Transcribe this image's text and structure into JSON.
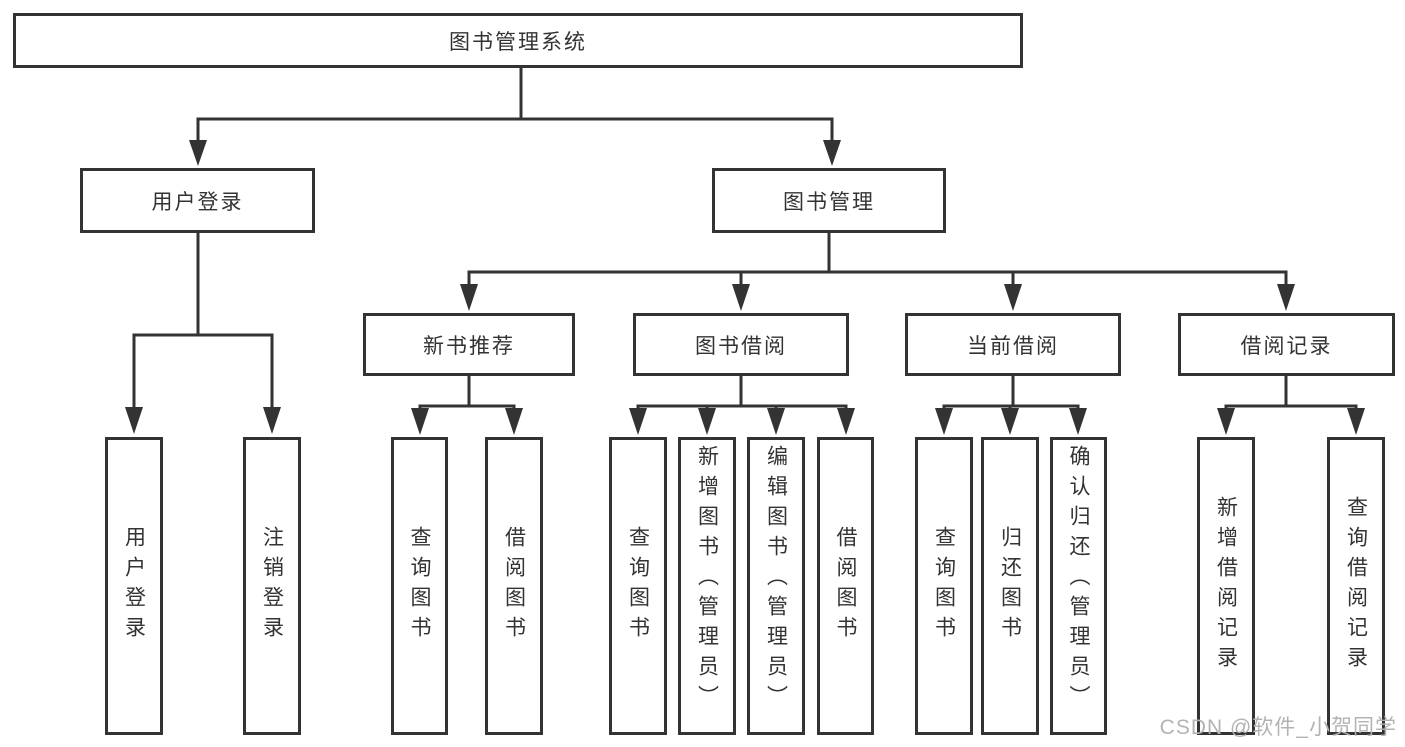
{
  "diagram_title": "图书管理系统",
  "colors": {
    "line": "#333333",
    "text": "#333333",
    "box_background": "#ffffff",
    "watermark": "#b3b3b3",
    "background": "#ffffff"
  },
  "tree": {
    "label": "图书管理系统",
    "children": [
      {
        "label": "用户登录",
        "children": [
          {
            "label": "用户登录"
          },
          {
            "label": "注销登录"
          }
        ]
      },
      {
        "label": "图书管理",
        "children": [
          {
            "label": "新书推荐",
            "children": [
              {
                "label": "查询图书"
              },
              {
                "label": "借阅图书"
              }
            ]
          },
          {
            "label": "图书借阅",
            "children": [
              {
                "label": "查询图书"
              },
              {
                "label": "新增图书（管理员）"
              },
              {
                "label": "编辑图书（管理员）"
              },
              {
                "label": "借阅图书"
              }
            ]
          },
          {
            "label": "当前借阅",
            "children": [
              {
                "label": "查询图书"
              },
              {
                "label": "归还图书"
              },
              {
                "label": "确认归还（管理员）"
              }
            ]
          },
          {
            "label": "借阅记录",
            "children": [
              {
                "label": "新增借阅记录"
              },
              {
                "label": "查询借阅记录"
              }
            ]
          }
        ]
      }
    ]
  },
  "watermark": {
    "text": "CSDN @软件_小贺同学"
  }
}
